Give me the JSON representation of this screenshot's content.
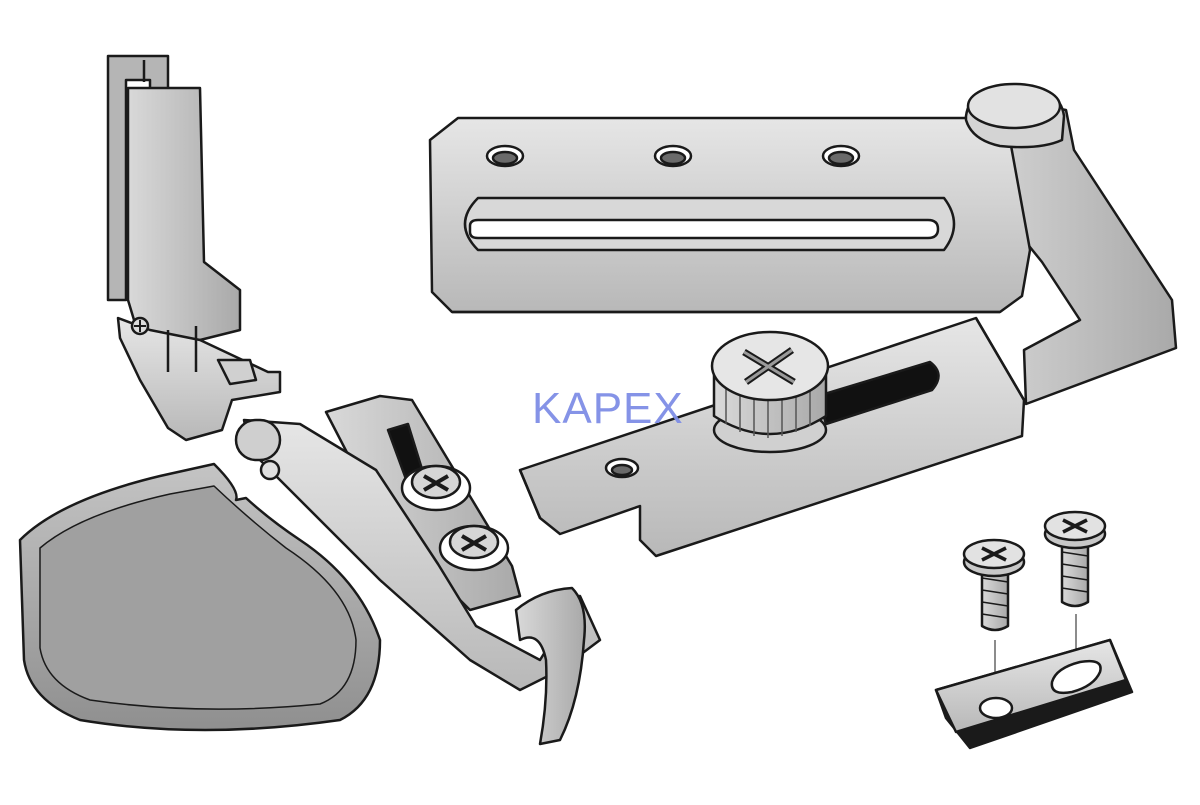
{
  "watermark": {
    "text": "KAPEX",
    "color": "#7f8ee6"
  },
  "palette": {
    "outline": "#1a1a1a",
    "metal_light": "#e4e4e4",
    "metal_mid": "#c6c6c6",
    "metal_dark": "#9a9a9a",
    "slot": "#111111"
  },
  "parts": [
    {
      "name": "presser-foot",
      "icon": "presser-foot-icon"
    },
    {
      "name": "mounting-bracket",
      "icon": "bracket-icon"
    },
    {
      "name": "edge-guide-binder",
      "icon": "binder-icon"
    },
    {
      "name": "thumb-screw",
      "icon": "thumb-screw-icon"
    },
    {
      "name": "screws",
      "icon": "screw-icon"
    },
    {
      "name": "nut-plate",
      "icon": "plate-icon"
    }
  ]
}
